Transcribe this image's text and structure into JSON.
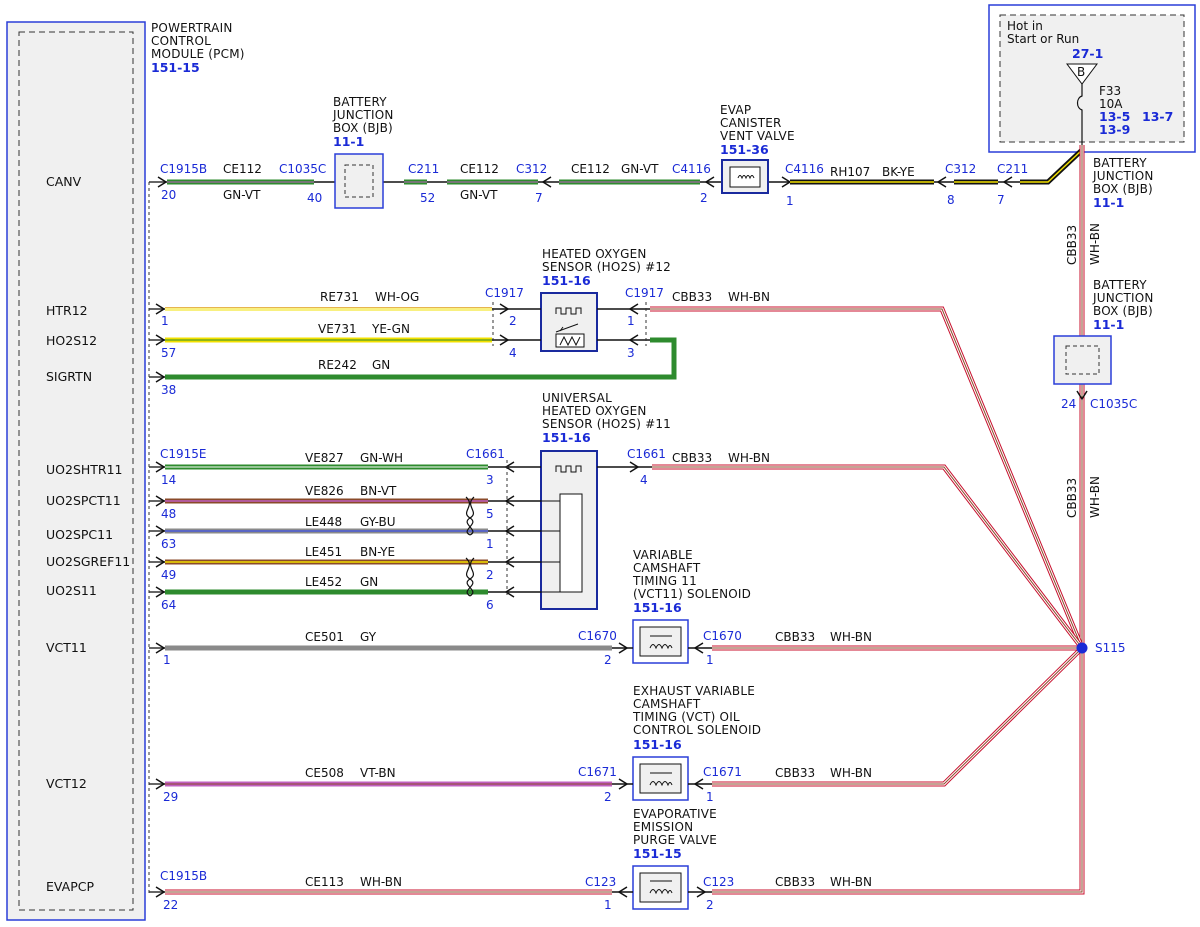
{
  "pcm": {
    "title_lines": [
      "POWERTRAIN",
      "CONTROL",
      "MODULE (PCM)"
    ],
    "ref": "151-15",
    "signals": [
      "CANV",
      "HTR12",
      "HO2S12",
      "SIGRTN",
      "UO2SHTR11",
      "UO2SPCT11",
      "UO2SPC11",
      "UO2SGREF11",
      "UO2S11",
      "VCT11",
      "VCT12",
      "EVAPCP"
    ]
  },
  "power": {
    "line1": "Hot in",
    "line2": "Start or Run",
    "ref": "27-1",
    "fuse_letter": "B",
    "fuse_name": "F33",
    "fuse_amp": "10A",
    "refs": [
      "13-5",
      "13-7",
      "13-9"
    ]
  },
  "bjb_top": {
    "lines": [
      "BATTERY",
      "JUNCTION",
      "BOX (BJB)"
    ],
    "ref": "11-1"
  },
  "bjb_right": {
    "lines": [
      "BATTERY",
      "JUNCTION",
      "BOX (BJB)"
    ],
    "ref": "11-1"
  },
  "bjb_mid": {
    "lines": [
      "BATTERY",
      "JUNCTION",
      "BOX (BJB)"
    ],
    "ref": "11-1"
  },
  "evap_vent": {
    "lines": [
      "EVAP",
      "CANISTER",
      "VENT VALVE"
    ],
    "ref": "151-36"
  },
  "ho2s12": {
    "lines": [
      "HEATED OXYGEN",
      "SENSOR (HO2S) #12"
    ],
    "ref": "151-16"
  },
  "uho2s11": {
    "lines": [
      "UNIVERSAL",
      "HEATED OXYGEN",
      "SENSOR (HO2S) #11"
    ],
    "ref": "151-16"
  },
  "vct11": {
    "lines": [
      "VARIABLE",
      "CAMSHAFT",
      "TIMING 11",
      "(VCT11) SOLENOID"
    ],
    "ref": "151-16"
  },
  "vct12": {
    "lines": [
      "EXHAUST VARIABLE",
      "CAMSHAFT",
      "TIMING (VCT) OIL",
      "CONTROL SOLENOID"
    ],
    "ref": "151-16"
  },
  "purge": {
    "lines": [
      "EVAPORATIVE",
      "EMISSION",
      "PURGE VALVE"
    ],
    "ref": "151-15"
  },
  "splice": {
    "name": "S115"
  },
  "connectors": {
    "c1915b": "C1915B",
    "c1035c": "C1035C",
    "c211": "C211",
    "c312": "C312",
    "c4116": "C4116",
    "c1917": "C1917",
    "c1915e": "C1915E",
    "c1661": "C1661",
    "c1670": "C1670",
    "c1671": "C1671",
    "c123": "C123"
  },
  "pins": {
    "p20": "20",
    "p40": "40",
    "p52": "52",
    "p7": "7",
    "p2": "2",
    "p1": "1",
    "p8": "8",
    "p57": "57",
    "p38": "38",
    "p3": "3",
    "p4": "4",
    "p14": "14",
    "p48": "48",
    "p5": "5",
    "p63": "63",
    "p49": "49",
    "p64": "64",
    "p6": "6",
    "p29": "29",
    "p22": "22",
    "p24": "24"
  },
  "circuits": {
    "ce112": "CE112",
    "rh107": "RH107",
    "cbb33": "CBB33",
    "re731": "RE731",
    "ve731": "VE731",
    "re242": "RE242",
    "ve827": "VE827",
    "ve826": "VE826",
    "le448": "LE448",
    "le451": "LE451",
    "le452": "LE452",
    "ce501": "CE501",
    "ce508": "CE508",
    "ce113": "CE113"
  },
  "colors_text": {
    "gn_vt": "GN-VT",
    "bk_ye": "BK-YE",
    "wh_bn": "WH-BN",
    "wh_og": "WH-OG",
    "ye_gn": "YE-GN",
    "gn": "GN",
    "gn_wh": "GN-WH",
    "bn_vt": "BN-VT",
    "gy_bu": "GY-BU",
    "bn_ye": "BN-YE",
    "gy": "GY",
    "vt_bn": "VT-BN"
  },
  "colors": {
    "pin_blue": "#1a2ad6",
    "frame_blue": "#2a3ed8",
    "box_fill": "#f0f0f0",
    "wire_green": "#2e8b2e",
    "wire_violet": "#c060c0",
    "wire_brown": "#8a4a2a",
    "wire_yellow": "#f2e000",
    "wire_black": "#111111",
    "wire_gray": "#8a8a8a",
    "wire_blue": "#4a5ad8",
    "wire_red": "#c8102e"
  }
}
